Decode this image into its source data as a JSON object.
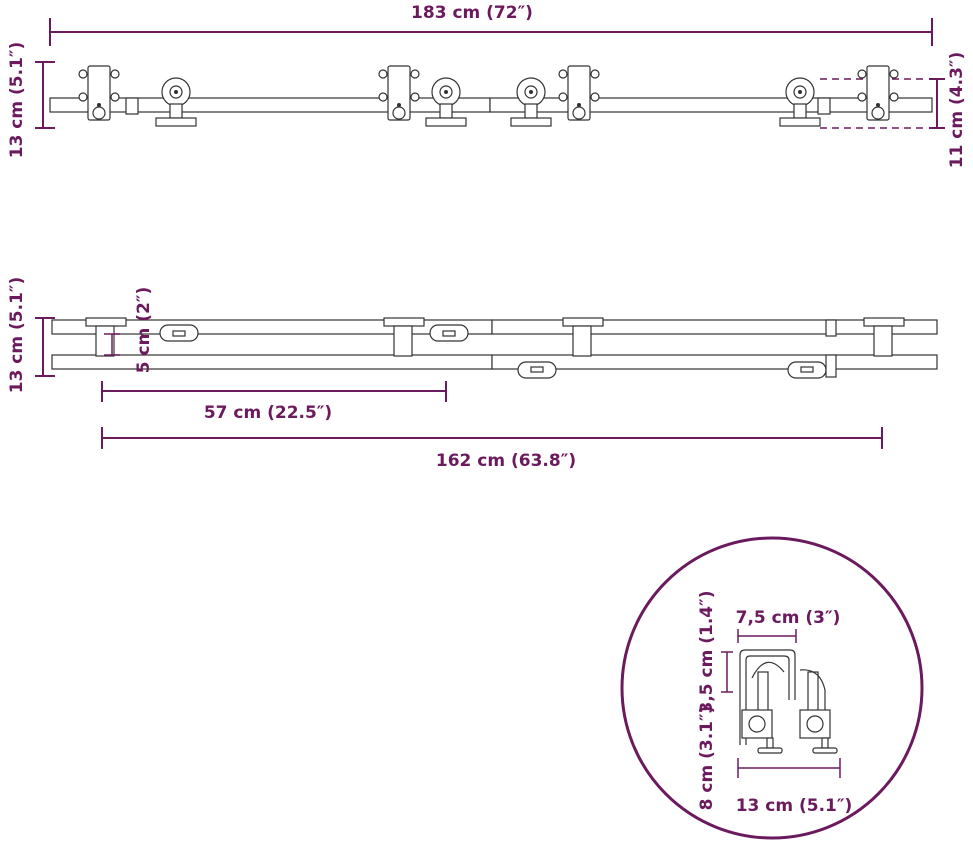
{
  "colors": {
    "dimension": "#6b1a5e",
    "line_art": "#333333",
    "background": "#ffffff"
  },
  "dimensions": {
    "total_length": "183 cm (72″)",
    "front_height": "13 cm (5.1″)",
    "wheel_height": "11 cm (4.3″)",
    "top_height": "13 cm (5.1″)",
    "bracket_gap": "5 cm (2″)",
    "bracket_spacing": "57 cm (22.5″)",
    "bracket_span": "162 cm (63.8″)",
    "detail_top_width": "7,5 cm (3″)",
    "detail_upper_height": "3,5 cm (1.4″)",
    "detail_full_height": "8 cm (3.1″)",
    "detail_bottom_width": "13 cm (5.1″)"
  }
}
